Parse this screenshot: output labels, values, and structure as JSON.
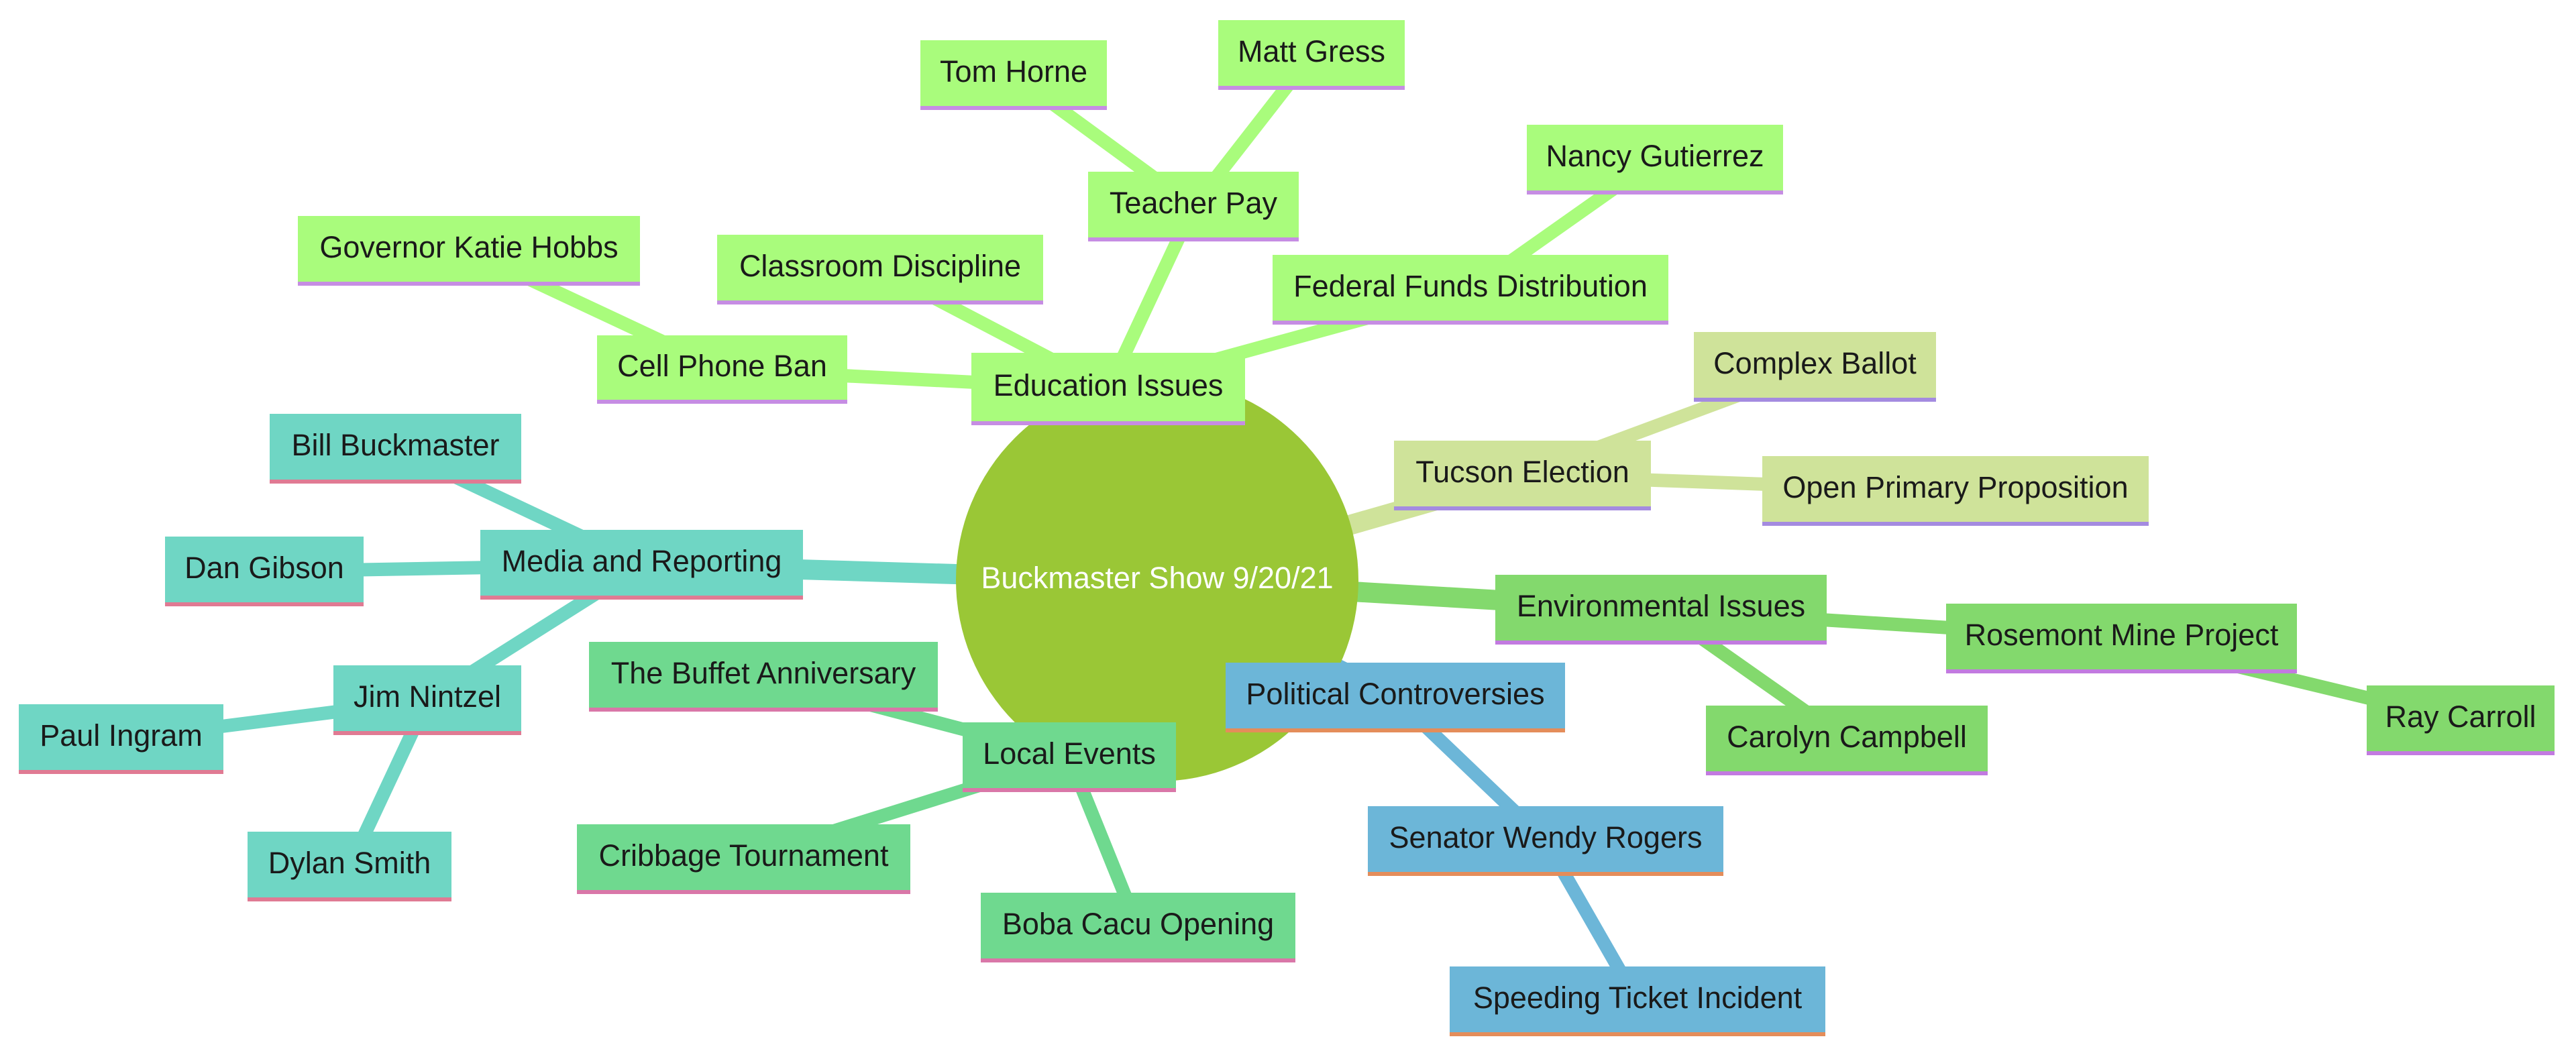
{
  "root": {
    "label": "Buckmaster Show 9/20/21",
    "color": "#9ac736"
  },
  "branches": [
    {
      "key": "education",
      "label": "Education Issues",
      "color": "#a9fc7c",
      "underline": "#c68de3",
      "children": [
        {
          "key": "cellphone",
          "label": "Cell Phone Ban",
          "children": [
            {
              "key": "hobbs",
              "label": "Governor Katie Hobbs"
            }
          ]
        },
        {
          "key": "discipline",
          "label": "Classroom Discipline"
        },
        {
          "key": "teacherpay",
          "label": "Teacher Pay",
          "children": [
            {
              "key": "horne",
              "label": "Tom Horne"
            },
            {
              "key": "gress",
              "label": "Matt Gress"
            }
          ]
        },
        {
          "key": "federal",
          "label": "Federal Funds Distribution",
          "children": [
            {
              "key": "gutierrez",
              "label": "Nancy Gutierrez"
            }
          ]
        }
      ]
    },
    {
      "key": "tucson",
      "label": "Tucson Election",
      "color": "#cfe39a",
      "underline": "#a48be0",
      "children": [
        {
          "key": "ballot",
          "label": "Complex Ballot"
        },
        {
          "key": "primary",
          "label": "Open Primary Proposition"
        }
      ]
    },
    {
      "key": "environment",
      "label": "Environmental Issues",
      "color": "#83d96d",
      "underline": "#c27ae0",
      "children": [
        {
          "key": "rosemont",
          "label": "Rosemont Mine Project",
          "children": [
            {
              "key": "carroll",
              "label": "Ray Carroll"
            }
          ]
        },
        {
          "key": "campbell",
          "label": "Carolyn Campbell"
        }
      ]
    },
    {
      "key": "political",
      "label": "Political Controversies",
      "color": "#6cb6d8",
      "underline": "#e48d5a",
      "children": [
        {
          "key": "rogers",
          "label": "Senator Wendy Rogers",
          "children": [
            {
              "key": "speeding",
              "label": "Speeding Ticket Incident"
            }
          ]
        }
      ]
    },
    {
      "key": "local",
      "label": "Local Events",
      "color": "#6fd98f",
      "underline": "#d977a8",
      "children": [
        {
          "key": "buffet",
          "label": "The Buffet Anniversary"
        },
        {
          "key": "cribbage",
          "label": "Cribbage Tournament"
        },
        {
          "key": "boba",
          "label": "Boba Cacu Opening"
        }
      ]
    },
    {
      "key": "media",
      "label": "Media and Reporting",
      "color": "#6fd6c4",
      "underline": "#e07a93",
      "children": [
        {
          "key": "buckmaster",
          "label": "Bill Buckmaster"
        },
        {
          "key": "gibson",
          "label": "Dan Gibson"
        },
        {
          "key": "nintzel",
          "label": "Jim Nintzel",
          "children": [
            {
              "key": "ingram",
              "label": "Paul Ingram"
            },
            {
              "key": "smith",
              "label": "Dylan Smith"
            }
          ]
        }
      ]
    }
  ]
}
